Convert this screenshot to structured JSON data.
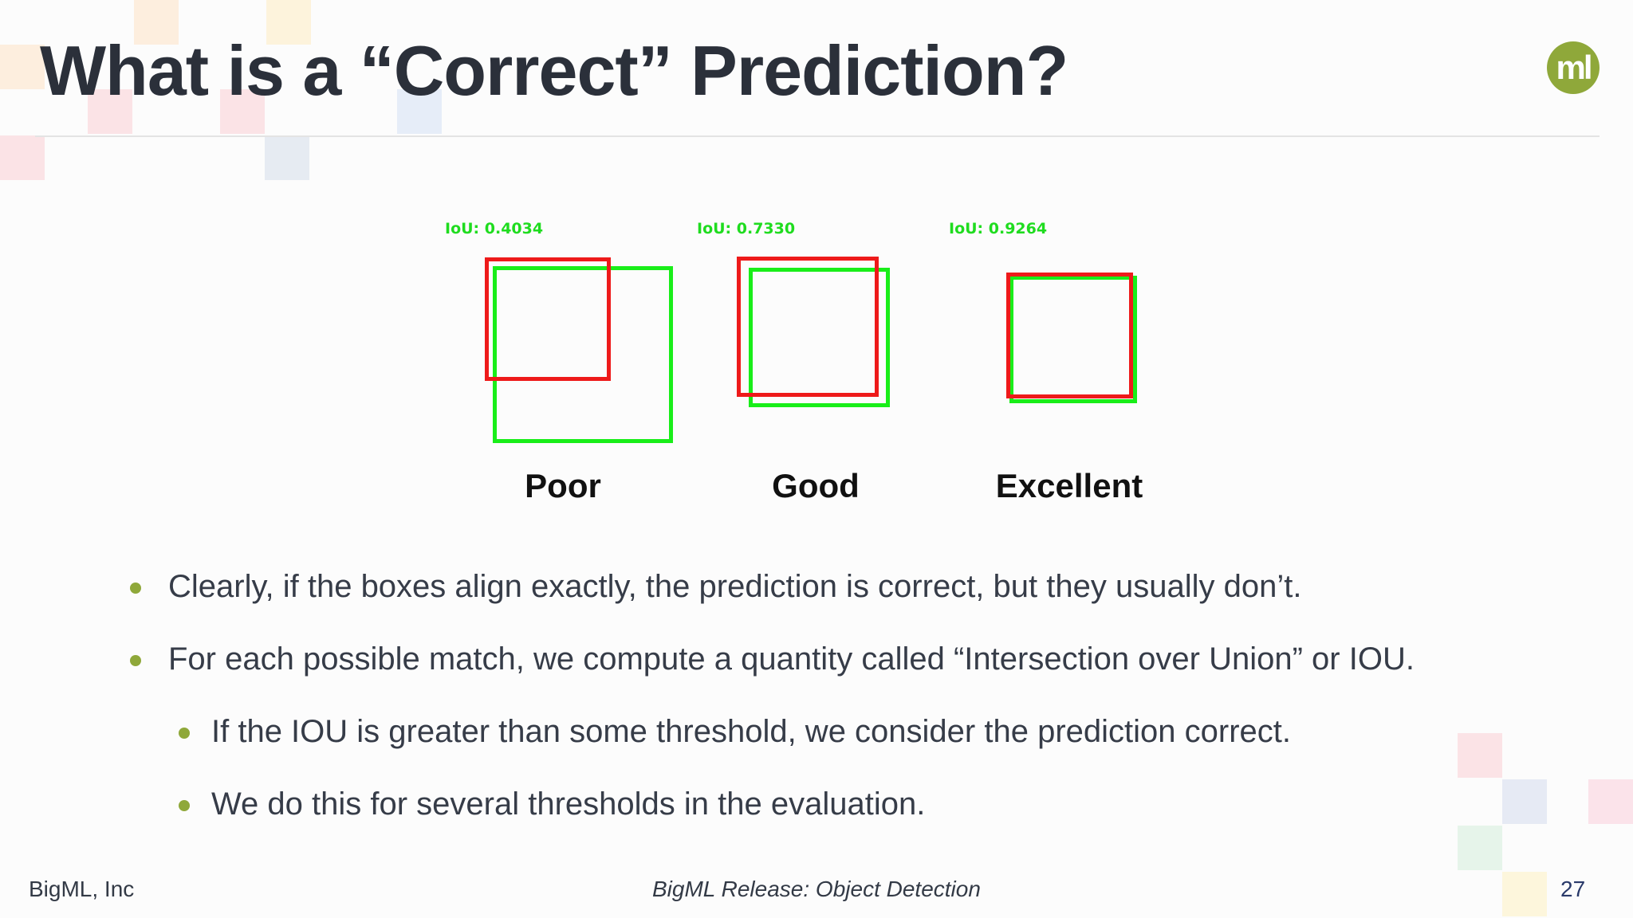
{
  "slide": {
    "title": "What is a “Correct” Prediction?",
    "logo_text": "ml",
    "accent_color": "#8fa83a"
  },
  "figure": {
    "examples": [
      {
        "iou_label": "IoU: 0.4034",
        "quality": "Poor"
      },
      {
        "iou_label": "IoU: 0.7330",
        "quality": "Good"
      },
      {
        "iou_label": "IoU: 0.9264",
        "quality": "Excellent"
      }
    ],
    "colors": {
      "ground_truth": "#19ee19",
      "prediction": "#ee1a1a",
      "label": "#1fdc1f"
    }
  },
  "bullets": [
    {
      "text": "Clearly, if the boxes align exactly, the prediction is correct, but they usually don’t.",
      "level": 1
    },
    {
      "text": "For each possible match, we compute a quantity called “Intersection over Union” or IOU.",
      "level": 1
    },
    {
      "text": "If the IOU is greater than some threshold, we consider the prediction correct.",
      "level": 2
    },
    {
      "text": "We do this for several thresholds in the evaluation.",
      "level": 2
    }
  ],
  "footer": {
    "left": "BigML, Inc",
    "center": "BigML Release: Object Detection",
    "page_number": "27"
  }
}
